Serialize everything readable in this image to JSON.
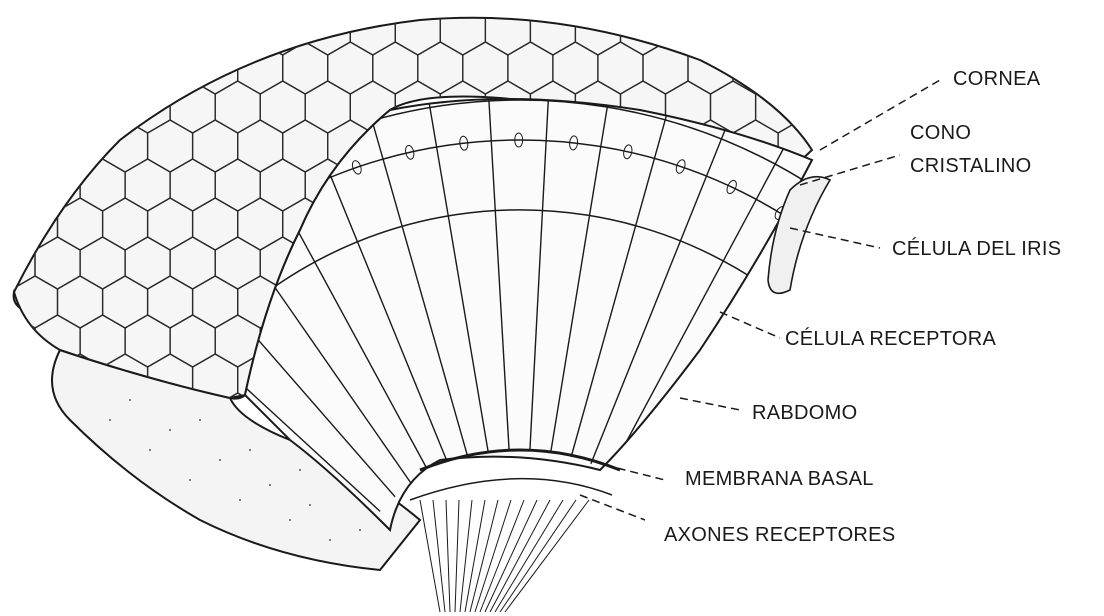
{
  "labels": {
    "cornea": "CORNEA",
    "cono_line1": "CONO",
    "cono_line2": "CRISTALINO",
    "celula_iris": "CÉLULA DEL IRIS",
    "celula_receptora": "CÉLULA RECEPTORA",
    "rabdomo": "RABDOMO",
    "membrana_basal": "MEMBRANA BASAL",
    "axones_receptores": "AXONES RECEPTORES"
  },
  "colors": {
    "ink": "#1a1a1a",
    "paper": "#ffffff"
  }
}
